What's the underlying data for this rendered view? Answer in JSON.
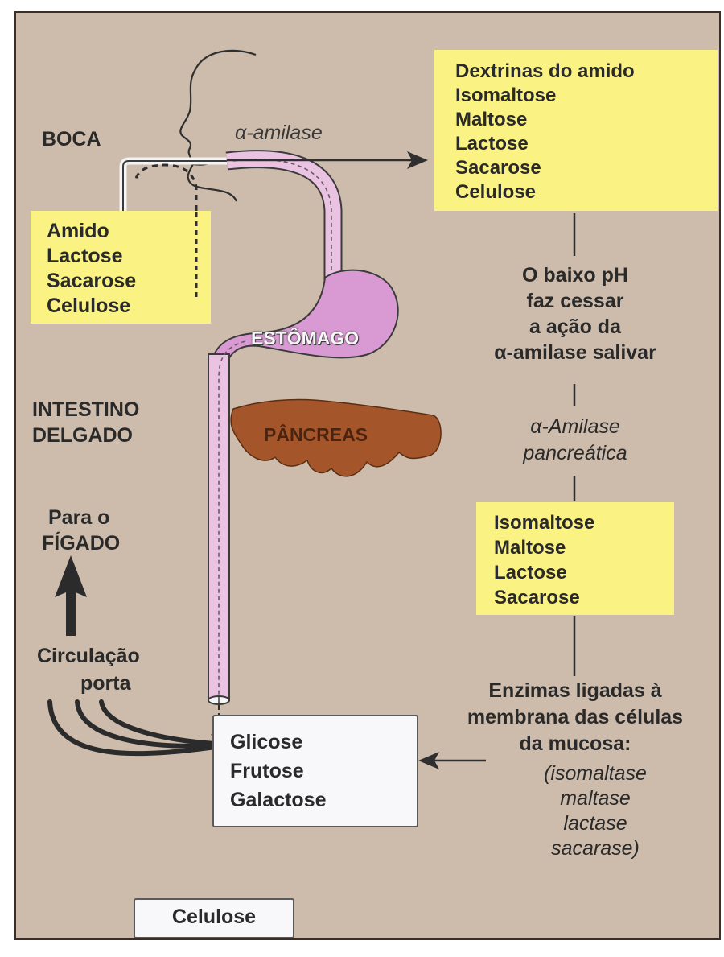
{
  "labels": {
    "boca": "BOCA",
    "alpha_amilase": "α-amilase",
    "estomago": "ESTÔMAGO",
    "intestino_1": "INTESTINO",
    "intestino_2": "DELGADO",
    "pancreas": "PÂNCREAS",
    "para_o": "Para o",
    "figado": "FÍGADO",
    "circulacao_1": "Circulação",
    "circulacao_2": "porta"
  },
  "right_text": {
    "ph": [
      "O baixo pH",
      "faz cessar",
      "a ação da",
      "α-amilase salivar"
    ],
    "amilase_pancreatica": [
      "α-Amilase",
      "pancreática"
    ],
    "enzimas": [
      "Enzimas ligadas à",
      "membrana das células",
      "da mucosa:"
    ],
    "enzimas_list": [
      "(isomaltase",
      "maltase",
      "lactase",
      "sacarase)"
    ]
  },
  "boxes": {
    "mouth_input": [
      "Amido",
      "Lactose",
      "Sacarose",
      "Celulose"
    ],
    "mouth_output": [
      "Dextrinas do amido",
      "Isomaltose",
      "Maltose",
      "Lactose",
      "Sacarose",
      "Celulose"
    ],
    "pancreas_output": [
      "Isomaltose",
      "Maltose",
      "Lactose",
      "Sacarose"
    ],
    "absorbed": [
      "Glicose",
      "Frutose",
      "Galactose"
    ],
    "excreted": "Celulose"
  },
  "colors": {
    "background": "#cdbcab",
    "yellow_box": "#fbf284",
    "gut_tube": "#e9bfe0",
    "stomach": "#d79ad0",
    "pancreas": "#a5572a",
    "line": "#2f2f2f"
  },
  "icons": [
    "head-silhouette-icon",
    "stomach-icon",
    "pancreas-icon",
    "up-arrow-icon",
    "portal-veins-icon",
    "arrow-right-icon",
    "arrow-left-icon",
    "arrow-down-icon"
  ]
}
